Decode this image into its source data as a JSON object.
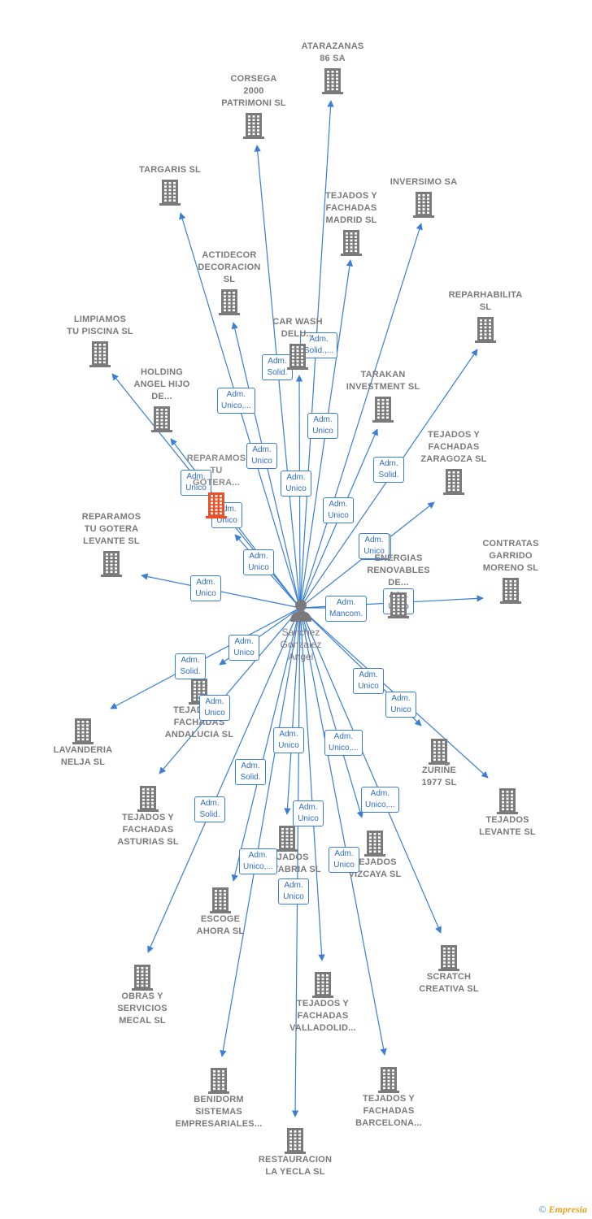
{
  "center": {
    "name": "Sanchez\nGonzalez\nAngel"
  },
  "colors": {
    "edge": "#3a7fd5",
    "building": "#7a7a7a",
    "highlight": "#e8502a"
  },
  "companies": [
    {
      "id": "atarazanas",
      "name": "ATARAZANAS\n86 SA"
    },
    {
      "id": "corsega",
      "name": "CORSEGA\n2000\nPATRIMONI  SL"
    },
    {
      "id": "targaris",
      "name": "TARGARIS  SL"
    },
    {
      "id": "inversimo",
      "name": "INVERSIMO SA"
    },
    {
      "id": "tejados_madrid",
      "name": "TEJADOS Y\nFACHADAS\nMADRID  SL"
    },
    {
      "id": "actidecor",
      "name": "ACTIDECOR\nDECORACION\nSL"
    },
    {
      "id": "reparhabilita",
      "name": "REPARHABILITA\nSL"
    },
    {
      "id": "limpiamos",
      "name": "LIMPIAMOS\nTU PISCINA  SL"
    },
    {
      "id": "carwash",
      "name": "CAR WASH\nDELU..."
    },
    {
      "id": "holding",
      "name": "HOLDING\nANGEL HIJO\nDE..."
    },
    {
      "id": "tarakan",
      "name": "TARAKAN\nINVESTMENT SL"
    },
    {
      "id": "tejados_zaragoza",
      "name": "TEJADOS Y\nFACHADAS\nZARAGOZA  SL"
    },
    {
      "id": "reparamos_tu",
      "name": "REPARAMOS\nTU\nGOTERA..."
    },
    {
      "id": "reparamos_levante",
      "name": "REPARAMOS\nTU GOTERA\nLEVANTE  SL"
    },
    {
      "id": "contratas",
      "name": "CONTRATAS\nGARRIDO\nMORENO SL"
    },
    {
      "id": "energias",
      "name": "ENERGIAS\nRENOVABLES\nDE..."
    },
    {
      "id": "tejados_andalucia",
      "name": "TEJADOS Y\nFACHADAS\nANDALUCIA  SL"
    },
    {
      "id": "lavanderia",
      "name": "LAVANDERIA\nNELJA SL"
    },
    {
      "id": "zurine",
      "name": "ZURIÑE\n1977  SL"
    },
    {
      "id": "tejados_levante",
      "name": "TEJADOS\nLEVANTE  SL"
    },
    {
      "id": "tejados_asturias",
      "name": "TEJADOS Y\nFACHADAS\nASTURIAS  SL"
    },
    {
      "id": "tejados_cantabria",
      "name": "TEJADOS\nCANTABRIA  SL"
    },
    {
      "id": "tejados_vizcaya",
      "name": "TEJADOS\nVIZCAYA  SL"
    },
    {
      "id": "escoge",
      "name": "ESCOGE\nAHORA  SL"
    },
    {
      "id": "scratch",
      "name": "SCRATCH\nCREATIVA SL"
    },
    {
      "id": "obras",
      "name": "OBRAS Y\nSERVICIOS\nMECAL SL"
    },
    {
      "id": "tejados_valladolid",
      "name": "TEJADOS Y\nFACHADAS\nVALLADOLID..."
    },
    {
      "id": "benidorm",
      "name": "BENIDORM\nSISTEMAS\nEMPRESARIALES..."
    },
    {
      "id": "tejados_barcelona",
      "name": "TEJADOS Y\nFACHADAS\nBARCELONA..."
    },
    {
      "id": "restauracion",
      "name": "RESTAURACION\nLA YECLA  SL"
    }
  ],
  "roles": [
    "Adm.\nSolid.,...",
    "Adm.\nSolid.",
    "Adm.\nUnico,...",
    "Adm.\nSolid.",
    "Adm.\nUnico",
    "Adm.\nUnico",
    "Adm.\nUnico",
    "Adm.\nUnico",
    "Adm.\nUnico",
    "Adm.\nUnico",
    "Adm.\nUnico",
    "Adm.\nUnico",
    "Adm.\nUnico",
    "Adm.\nUnico",
    "Adm.\nUnico",
    "Adm.\nMancom.",
    "Adm.\nUnico",
    "Adm.\nSolid.",
    "Adm.\nUnico",
    "Adm.\nUnico",
    "Adm.\nUnico",
    "Adm.\nUnico",
    "Adm.\nUnico,...",
    "Adm.\nSolid.",
    "Adm.\nUnico,...",
    "Adm.\nSolid.",
    "Adm.\nUnico",
    "Adm.\nUnico,...",
    "Adm.\nUnico",
    "Adm.\nUnico"
  ],
  "footer": {
    "copyright": "©",
    "brand": "Empresia"
  }
}
